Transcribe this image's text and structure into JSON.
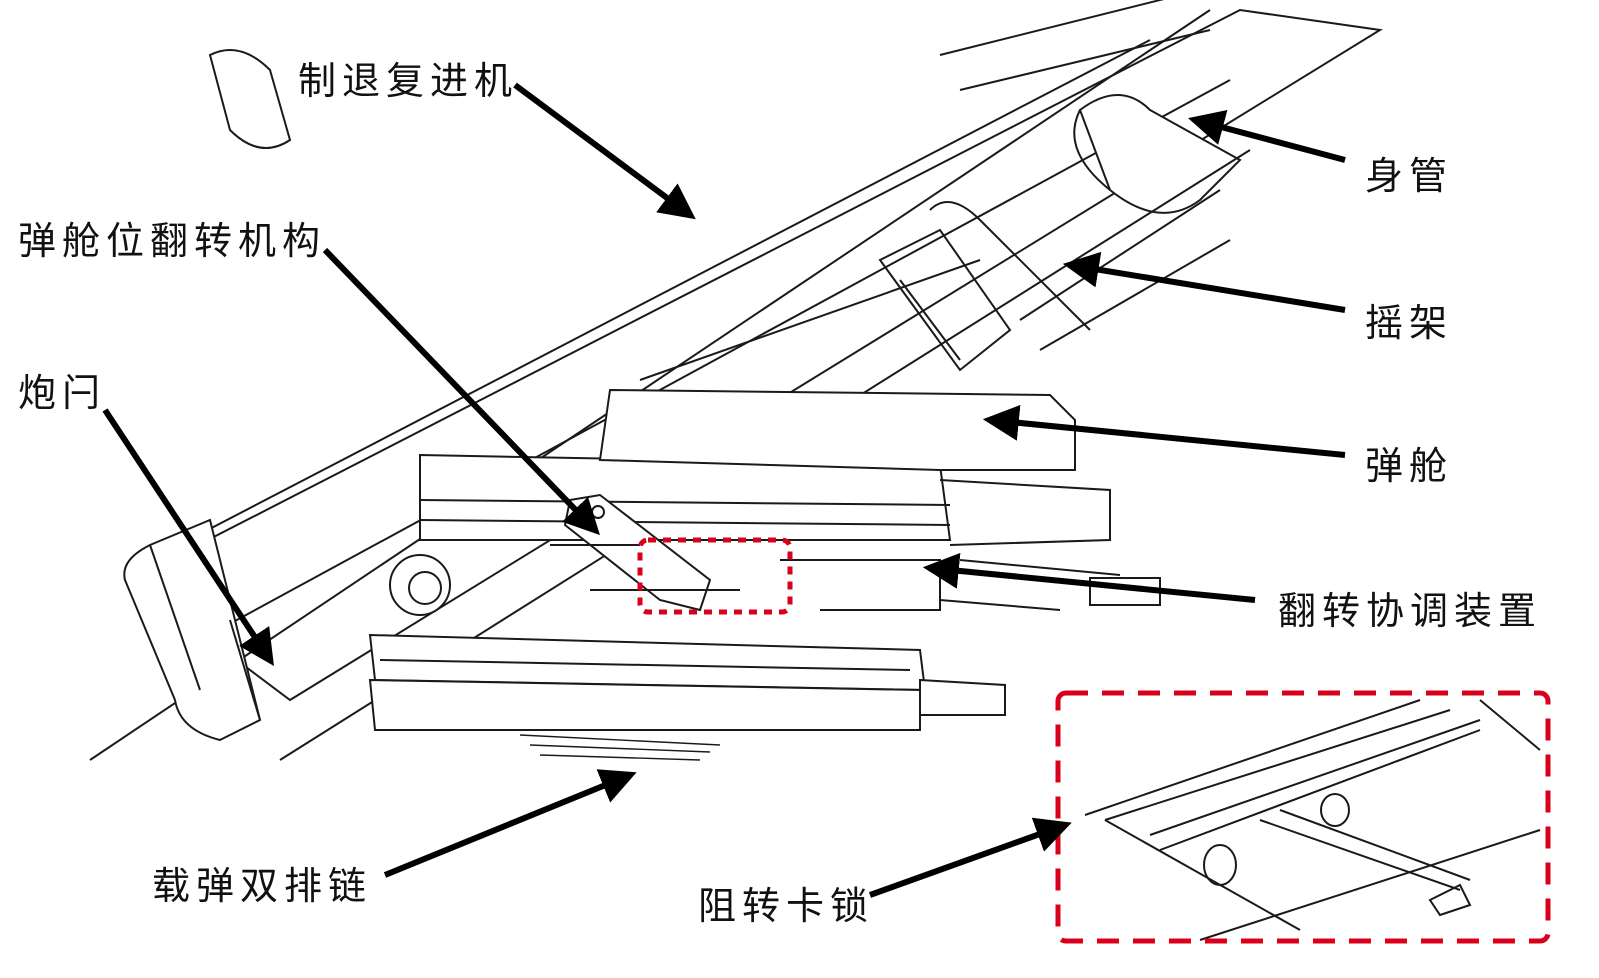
{
  "figure": {
    "labels": {
      "recoil_mechanism": "制退复进机",
      "barrel": "身管",
      "magazine_flip_mechanism": "弹舱位翻转机构",
      "cradle": "摇架",
      "breech": "炮闩",
      "magazine": "弹舱",
      "flip_coordination_device": "翻转协调装置",
      "double_row_chain": "载弹双排链",
      "anti_rotation_lock": "阻转卡锁"
    },
    "colors": {
      "line": "#1a1a1a",
      "arrow": "#000000",
      "highlight_box": "#d9001b"
    }
  }
}
